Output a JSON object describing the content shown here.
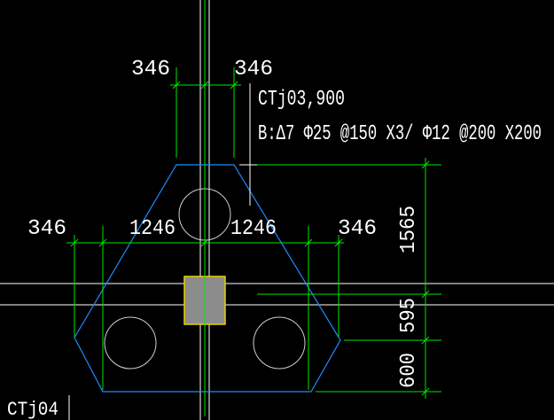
{
  "annotation": {
    "name_elev": "CTj03,900",
    "rebar_spec": "B:Δ7 Φ25 @150 X3/ Φ12 @200 X200"
  },
  "dimensions": {
    "top_left": "346",
    "top_right": "346",
    "mid_outer_left": "346",
    "mid_inner_left": "1246",
    "mid_inner_right": "1246",
    "mid_outer_right": "346",
    "right_top": "1565",
    "right_mid": "595",
    "right_bottom": "600"
  },
  "bottom_label": "CTj04",
  "colors": {
    "background": "#000000",
    "cap_outline": "#1a8cff",
    "dimension": "#00e600",
    "pile": "#d0d0d0",
    "axis": "#ffffff",
    "column_fill": "#8c8c8c",
    "column_border": "#e6d000",
    "text": "#ffffff"
  }
}
